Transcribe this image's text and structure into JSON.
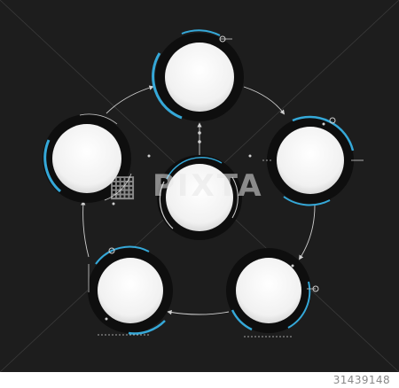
{
  "colors": {
    "background": "#1d1d1d",
    "ring_dark": "#0e0e0e",
    "accent": "#35a8d8",
    "circle_fill": "#f4f4f4",
    "line": "#d0d0d0"
  },
  "watermark": {
    "text": "PIXTA",
    "icon": "pixta-logo-icon"
  },
  "footer": {
    "stock_id": "31439148",
    "id_color": "#888888"
  },
  "nodes": [
    {
      "id": "top"
    },
    {
      "id": "right"
    },
    {
      "id": "bottom-right"
    },
    {
      "id": "bottom-left"
    },
    {
      "id": "left"
    },
    {
      "id": "center"
    }
  ]
}
